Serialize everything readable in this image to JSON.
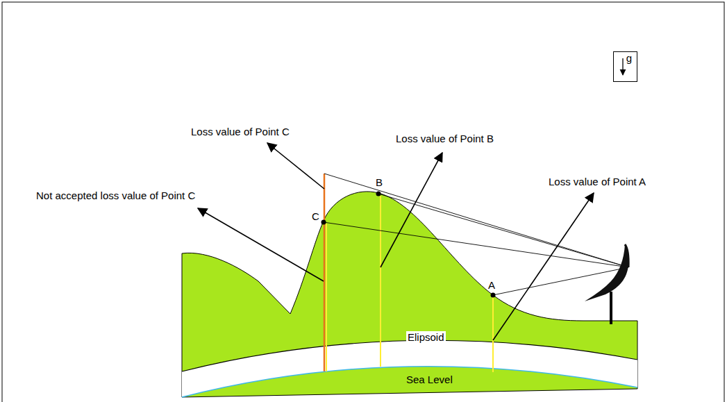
{
  "diagram": {
    "nodes": [
      {
        "text": [
          "g"
        ]
      }
    ],
    "labels": [
      "Loss value of Point C",
      "Not accepted loss value of Point C",
      "Loss value of Point B",
      "Loss value of Point A",
      "B",
      "C",
      "A",
      "Elipsoid",
      "Sea Level"
    ]
  }
}
